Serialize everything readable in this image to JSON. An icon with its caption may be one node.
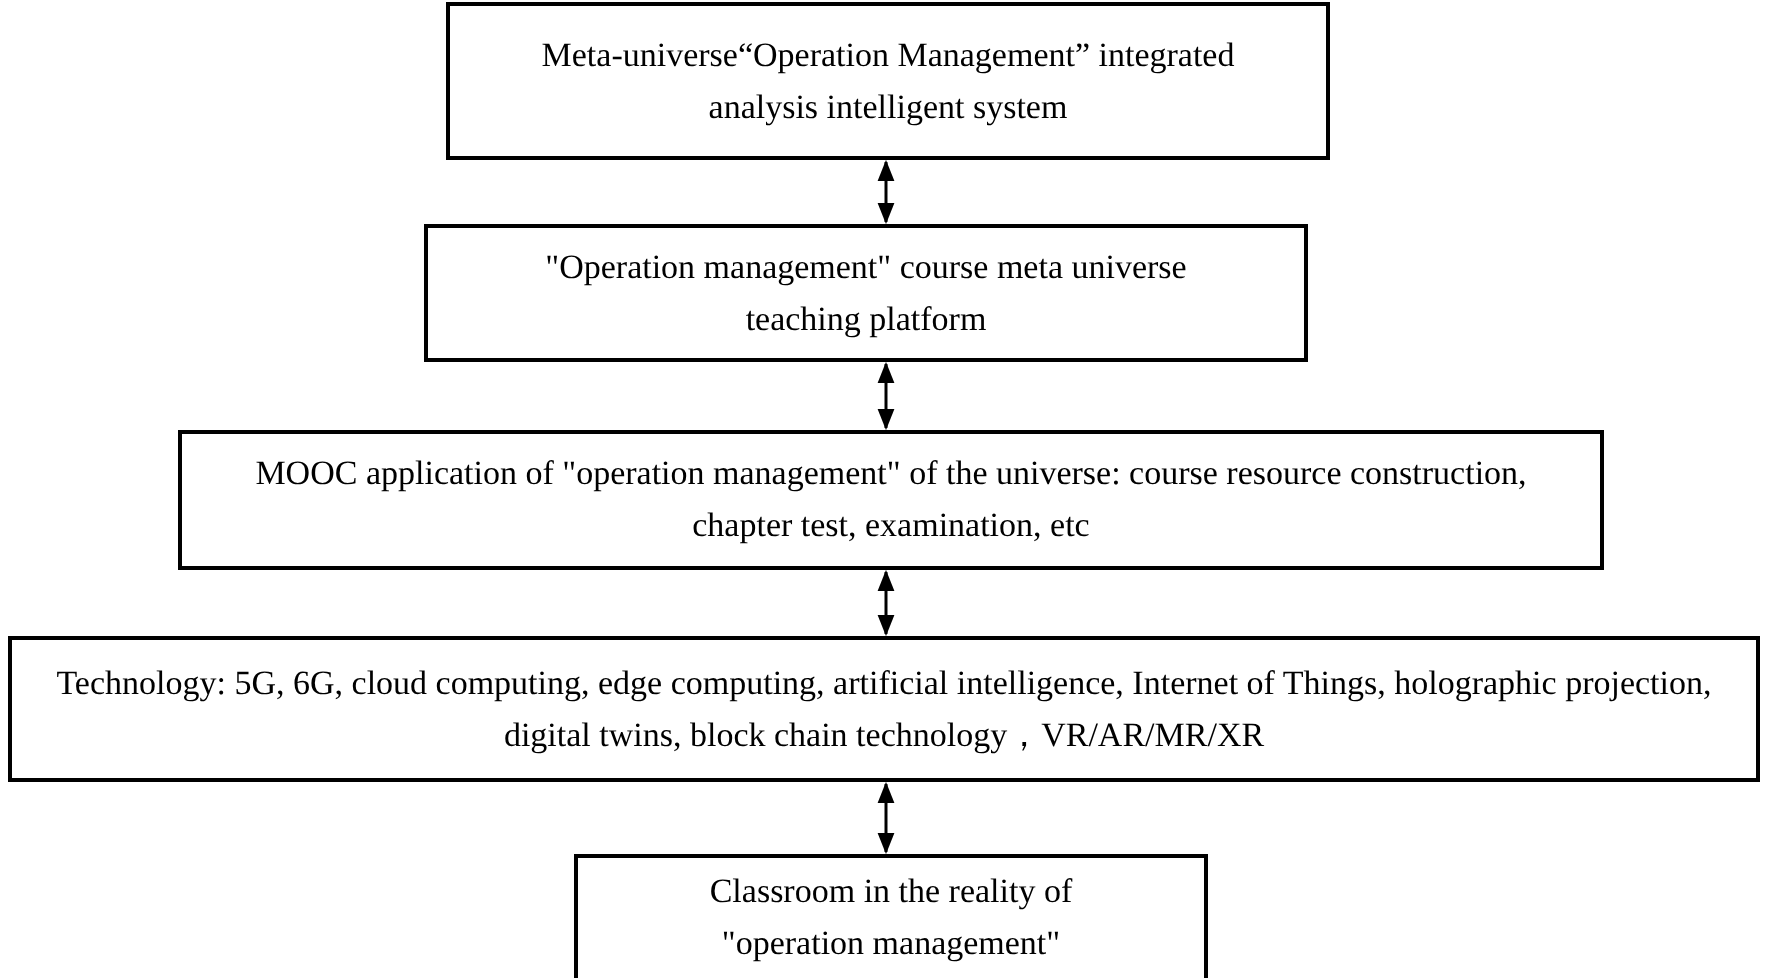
{
  "diagram": {
    "nodes": [
      {
        "text": [
          "Meta-universe“Operation Management” integrated analysis intelligent system"
        ]
      },
      {
        "text": [
          "\"Operation management\" course meta universe teaching platform"
        ]
      },
      {
        "text": [
          "MOOC application of \"operation management\" of the universe: course resource construction, chapter test, examination, etc"
        ]
      },
      {
        "text": [
          "Technology: 5G, 6G, cloud computing, edge computing, artificial intelligence, Internet of Things, holographic projection, digital twins, block chain technology，VR/AR/MR/XR"
        ]
      },
      {
        "text": [
          "Classroom in the reality of \"operation management\""
        ]
      }
    ],
    "edges": [
      {
        "from": 0,
        "to": 1,
        "arrow": "both"
      },
      {
        "from": 1,
        "to": 2,
        "arrow": "both"
      },
      {
        "from": 2,
        "to": 3,
        "arrow": "both"
      },
      {
        "from": 3,
        "to": 4,
        "arrow": "both"
      }
    ]
  }
}
